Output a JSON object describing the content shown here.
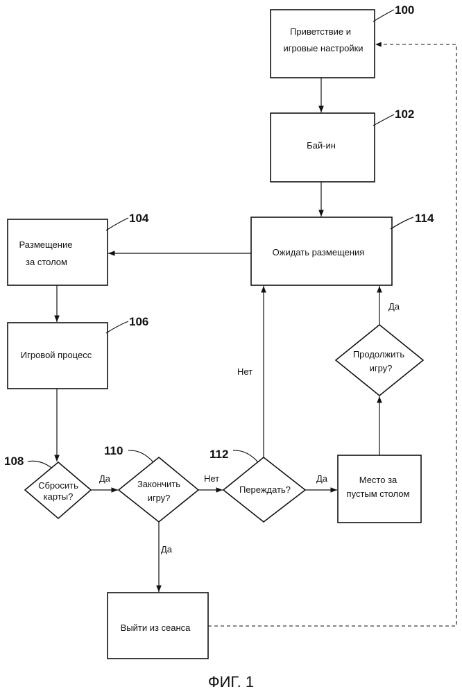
{
  "nodes": {
    "n100": {
      "line1": "Приветствие и",
      "line2": "игровые настройки",
      "ref": "100"
    },
    "n102": {
      "text": "Бай-ин",
      "ref": "102"
    },
    "n104": {
      "line1": "Размещение",
      "line2": "за столом",
      "ref": "104"
    },
    "n106": {
      "text": "Игровой процесс",
      "ref": "106"
    },
    "n108": {
      "line1": "Сбросить",
      "line2": "карты?",
      "ref": "108"
    },
    "n110": {
      "line1": "Закончить",
      "line2": "игру?",
      "ref": "110"
    },
    "n112": {
      "text": "Переждать?",
      "ref": "112"
    },
    "n114": {
      "text": "Ожидать размещения",
      "ref": "114"
    },
    "empty_seat": {
      "line1": "Место за",
      "line2": "пустым столом"
    },
    "continue": {
      "line1": "Продолжить",
      "line2": "игру?"
    },
    "exit": {
      "text": "Выйти из сеанса"
    }
  },
  "edge_labels": {
    "yes_108_110": "Да",
    "no_110_112": "Нет",
    "yes_110_exit": "Да",
    "yes_112_seat": "Да",
    "no_112_114": "Нет",
    "yes_continue_114": "Да"
  },
  "caption": "ФИГ. 1"
}
